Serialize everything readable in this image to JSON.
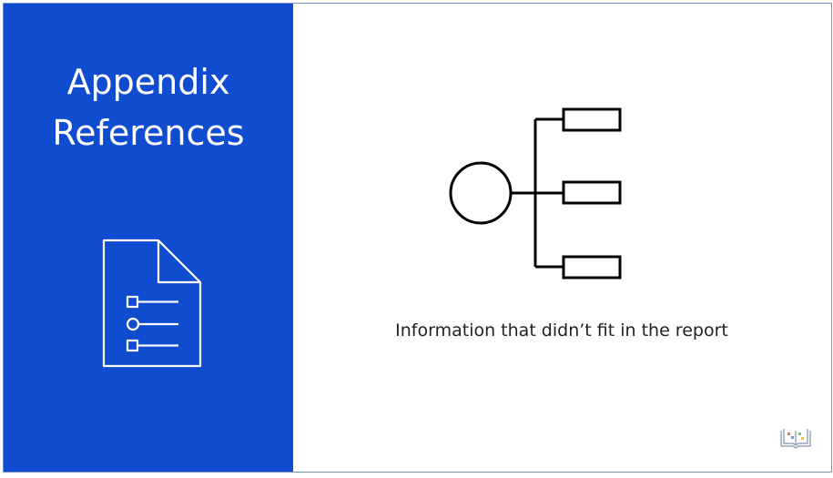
{
  "slide": {
    "title_line1": "Appendix",
    "title_line2": "References",
    "caption": "Information that didn’t fit in the report"
  },
  "icons": {
    "document": "document-checklist-icon",
    "hierarchy": "hierarchy-tree-icon",
    "logo": "book-logo-icon"
  },
  "colors": {
    "panel": "#0f4cd0",
    "text_on_panel": "#ffffff",
    "caption": "#222222"
  }
}
